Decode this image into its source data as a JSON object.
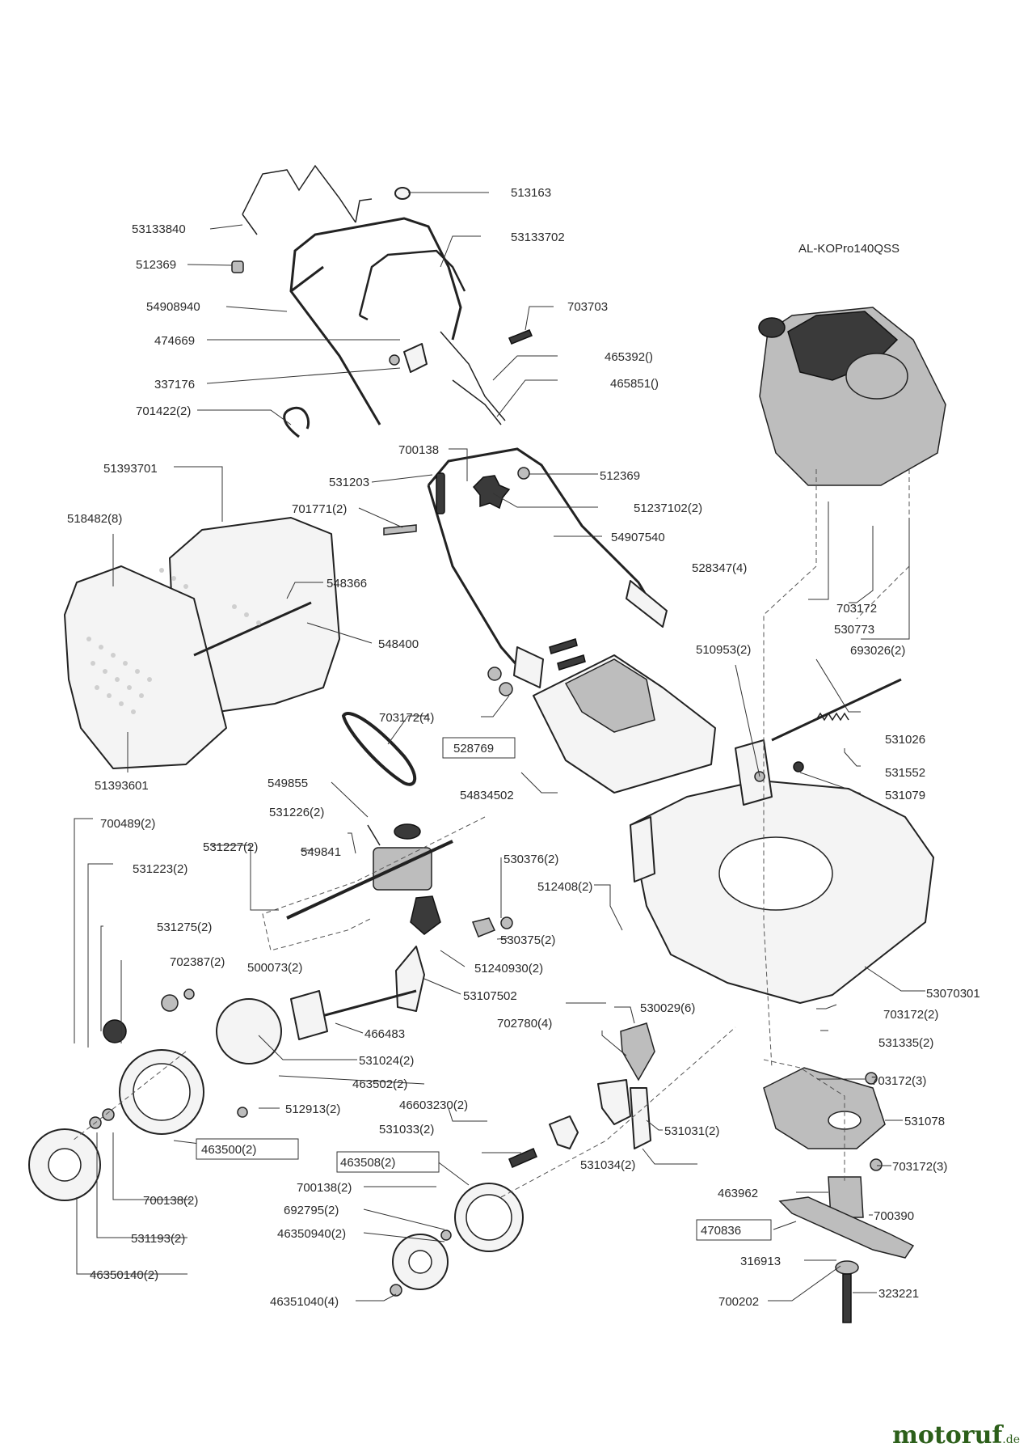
{
  "engine_label": "AL-KOPro140QSS",
  "labels": [
    "513163",
    "53133840",
    "53133702",
    "512369",
    "54908940",
    "703703",
    "474669",
    "465392()",
    "337176",
    "465851()",
    "701422(2)",
    "700138",
    "51393701",
    "531203",
    "512369",
    "51237102(2)",
    "701771(2)",
    "518482(8)",
    "54907540",
    "548366",
    "528347(4)",
    "703172",
    "548400",
    "530773",
    "693026(2)",
    "510953(2)",
    "703172(4)",
    "531026",
    "528769",
    "531552",
    "51393601",
    "54834502",
    "531079",
    "549855",
    "531226(2)",
    "700489(2)",
    "531227(2)",
    "549841",
    "530376(2)",
    "531223(2)",
    "512408(2)",
    "530375(2)",
    "531275(2)",
    "500073(2)",
    "51240930(2)",
    "702387(2)",
    "53107502",
    "53070301",
    "530029(6)",
    "703172(2)",
    "466483",
    "702780(4)",
    "531335(2)",
    "531024(2)",
    "463502(2)",
    "703172(3)",
    "46603230(2)",
    "512913(2)",
    "531031(2)",
    "531078",
    "531033(2)",
    "463500(2)",
    "463508(2)",
    "531034(2)",
    "703172(3)",
    "700138(2)",
    "463962",
    "700138(2)",
    "692795(2)",
    "700390",
    "46350940(2)",
    "470836",
    "531193(2)",
    "316913",
    "46350140(2)",
    "700202",
    "323221",
    "46351040(4)"
  ],
  "watermark": {
    "brand": "motoruf",
    "suffix": ".de"
  }
}
